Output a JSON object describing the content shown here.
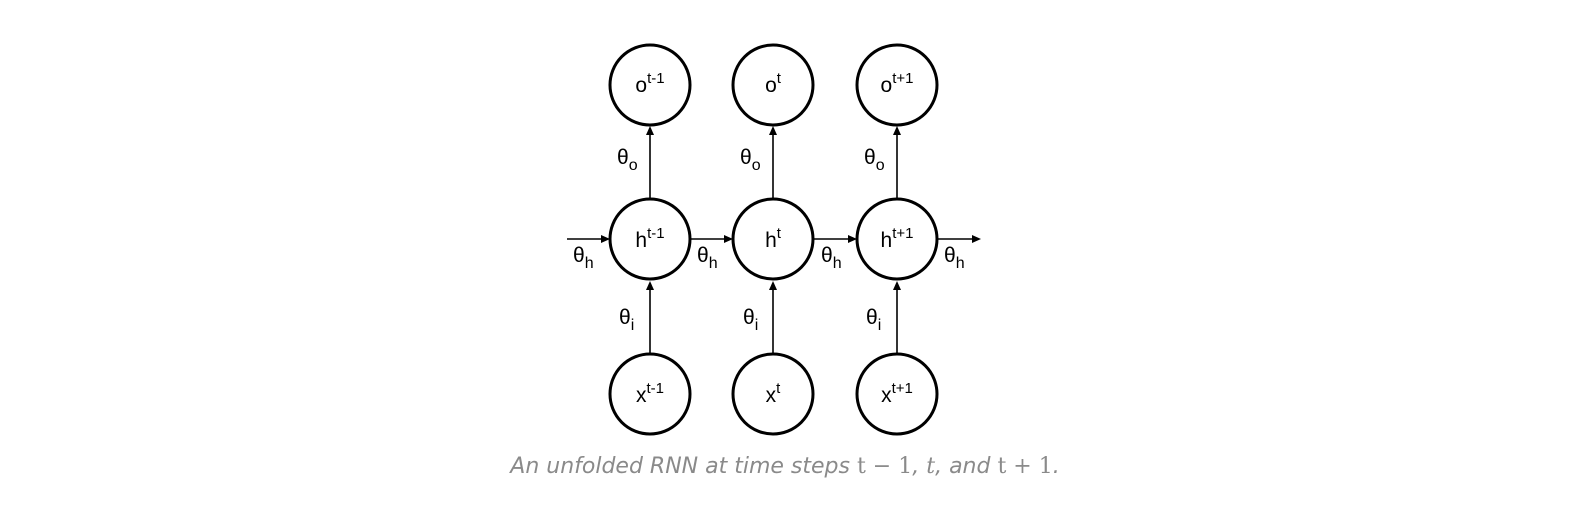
{
  "nodes": {
    "outputs": [
      {
        "base": "o",
        "sup": "t-1"
      },
      {
        "base": "o",
        "sup": "t"
      },
      {
        "base": "o",
        "sup": "t+1"
      }
    ],
    "hidden": [
      {
        "base": "h",
        "sup": "t-1"
      },
      {
        "base": "h",
        "sup": "t"
      },
      {
        "base": "h",
        "sup": "t+1"
      }
    ],
    "inputs": [
      {
        "base": "x",
        "sup": "t-1"
      },
      {
        "base": "x",
        "sup": "t"
      },
      {
        "base": "x",
        "sup": "t+1"
      }
    ]
  },
  "params": {
    "theta": "θ",
    "output_sub": "o",
    "hidden_sub": "h",
    "input_sub": "i"
  },
  "caption": {
    "prefix": "An unfolded RNN at time steps ",
    "expr1": "t − 1",
    "sep1": ", ",
    "expr2": "t",
    "sep2": ", and ",
    "expr3": "t + 1",
    "suffix": "."
  },
  "colors": {
    "stroke": "#000000",
    "caption": "#8a8a8a",
    "background": "#ffffff"
  }
}
